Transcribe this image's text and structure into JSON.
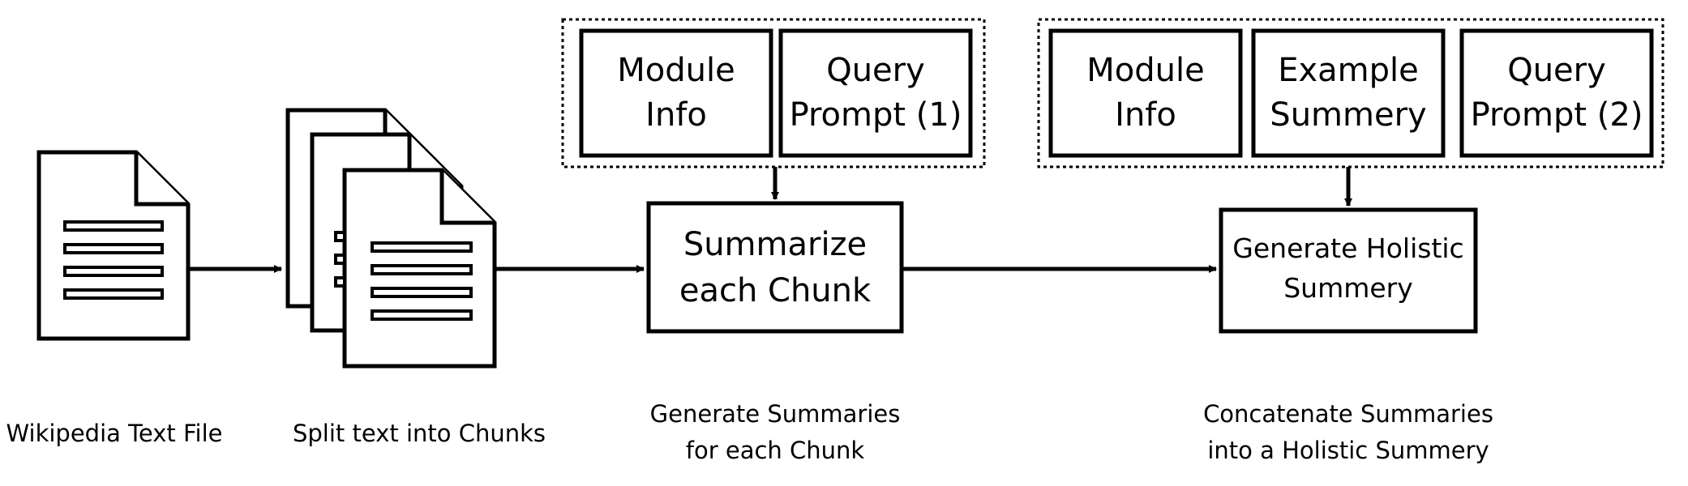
{
  "steps": {
    "wikipedia": {
      "caption": "Wikipedia Text File"
    },
    "split": {
      "caption": "Split text into Chunks"
    },
    "summarize": {
      "box_line1": "Summarize",
      "box_line2": "each Chunk",
      "caption_line1": "Generate Summaries",
      "caption_line2": "for each Chunk",
      "inputs": [
        {
          "line1": "Module",
          "line2": "Info"
        },
        {
          "line1": "Query",
          "line2": "Prompt (1)"
        }
      ]
    },
    "holistic": {
      "box_line1": "Generate Holistic",
      "box_line2": "Summery",
      "caption_line1": "Concatenate Summaries",
      "caption_line2": "into a Holistic Summery",
      "inputs": [
        {
          "line1": "Module",
          "line2": "Info"
        },
        {
          "line1": "Example",
          "line2": "Summery"
        },
        {
          "line1": "Query",
          "line2": "Prompt (2)"
        }
      ]
    }
  }
}
